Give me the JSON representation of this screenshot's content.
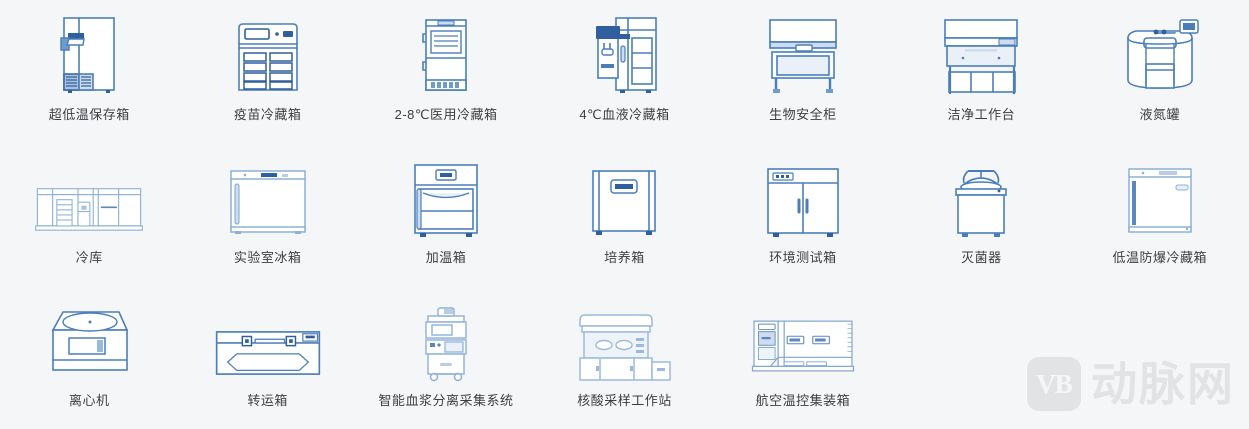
{
  "page": {
    "background_color": "#f5f6f8",
    "label_color": "#3c4043",
    "icon_stroke_color": "#4a7ebb",
    "icon_accent_color": "#2f5f9e",
    "icon_fill_color": "#ffffff"
  },
  "watermark": {
    "badge_text": "VB",
    "text": "动脉网",
    "color": "#e2e3e5"
  },
  "grid": {
    "columns": 7,
    "rows": 3,
    "items": [
      {
        "id": "ultra-low-temp-freezer",
        "label": "超低温保存箱",
        "icon": "ultra-low-temp-freezer-icon"
      },
      {
        "id": "vaccine-refrigerator",
        "label": "疫苗冷藏箱",
        "icon": "vaccine-refrigerator-icon"
      },
      {
        "id": "medical-refrigerator-2-8c",
        "label": "2-8℃医用冷藏箱",
        "icon": "medical-refrigerator-icon"
      },
      {
        "id": "blood-bank-refrigerator-4c",
        "label": "4℃血液冷藏箱",
        "icon": "blood-bank-refrigerator-icon"
      },
      {
        "id": "biosafety-cabinet",
        "label": "生物安全柜",
        "icon": "biosafety-cabinet-icon"
      },
      {
        "id": "clean-bench",
        "label": "洁净工作台",
        "icon": "clean-bench-icon"
      },
      {
        "id": "liquid-nitrogen-tank",
        "label": "液氮罐",
        "icon": "liquid-nitrogen-tank-icon"
      },
      {
        "id": "cold-storage-room",
        "label": "冷库",
        "icon": "cold-storage-room-icon"
      },
      {
        "id": "laboratory-refrigerator",
        "label": "实验室冰箱",
        "icon": "laboratory-refrigerator-icon"
      },
      {
        "id": "heating-cabinet",
        "label": "加温箱",
        "icon": "heating-cabinet-icon"
      },
      {
        "id": "incubator",
        "label": "培养箱",
        "icon": "incubator-icon"
      },
      {
        "id": "environmental-test-chamber",
        "label": "环境测试箱",
        "icon": "environmental-test-chamber-icon"
      },
      {
        "id": "sterilizer",
        "label": "灭菌器",
        "icon": "sterilizer-icon"
      },
      {
        "id": "explosion-proof-refrigerator",
        "label": "低温防爆冷藏箱",
        "icon": "explosion-proof-refrigerator-icon"
      },
      {
        "id": "centrifuge",
        "label": "离心机",
        "icon": "centrifuge-icon"
      },
      {
        "id": "transport-box",
        "label": "转运箱",
        "icon": "transport-box-icon"
      },
      {
        "id": "plasma-separation-system",
        "label": "智能血浆分离采集系统",
        "icon": "plasma-separation-system-icon"
      },
      {
        "id": "nucleic-acid-sampling-station",
        "label": "核酸采样工作站",
        "icon": "nucleic-acid-sampling-station-icon"
      },
      {
        "id": "aviation-temperature-container",
        "label": "航空温控集装箱",
        "icon": "aviation-temperature-container-icon"
      }
    ]
  }
}
